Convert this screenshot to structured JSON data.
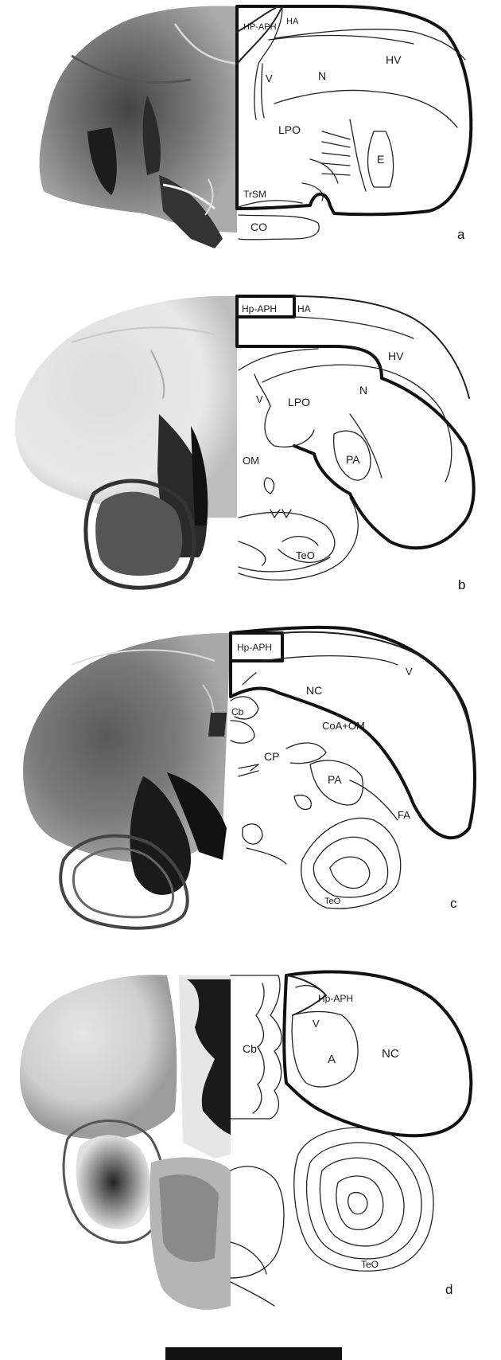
{
  "panels": [
    {
      "letter": "a",
      "labels": [
        "HP-APH",
        "HA",
        "HV",
        "V",
        "N",
        "LPO",
        "E",
        "TrSM",
        "CO"
      ]
    },
    {
      "letter": "b",
      "labels": [
        "Hp-APH",
        "HA",
        "HV",
        "N",
        "V",
        "LPO",
        "OM",
        "PA",
        "TeO"
      ]
    },
    {
      "letter": "c",
      "labels": [
        "Hp-APH",
        "V",
        "NC",
        "Cb",
        "CoA+OM",
        "CP",
        "PA",
        "FA",
        "TeO"
      ]
    },
    {
      "letter": "d",
      "labels": [
        "Hp-APH",
        "V",
        "Cb",
        "A",
        "NC",
        "TeO"
      ]
    }
  ]
}
